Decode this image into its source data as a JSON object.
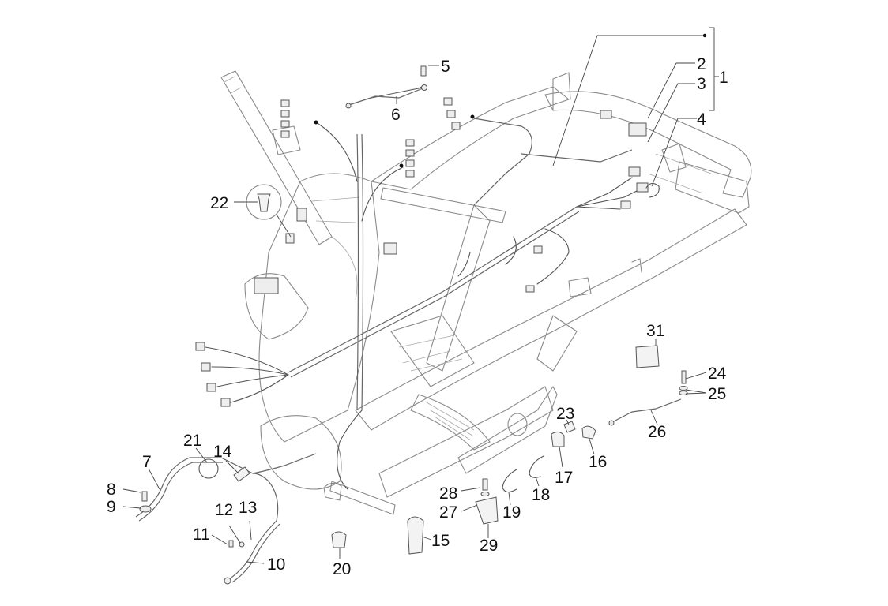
{
  "diagram": {
    "type": "exploded parts diagram",
    "subject": "scooter frame with main electrical wiring harness",
    "callouts": [
      {
        "id": "1",
        "label": "1"
      },
      {
        "id": "2",
        "label": "2"
      },
      {
        "id": "3",
        "label": "3"
      },
      {
        "id": "4",
        "label": "4"
      },
      {
        "id": "5",
        "label": "5"
      },
      {
        "id": "6",
        "label": "6"
      },
      {
        "id": "7",
        "label": "7"
      },
      {
        "id": "8",
        "label": "8"
      },
      {
        "id": "9",
        "label": "9"
      },
      {
        "id": "10",
        "label": "10"
      },
      {
        "id": "11",
        "label": "11"
      },
      {
        "id": "12",
        "label": "12"
      },
      {
        "id": "13",
        "label": "13"
      },
      {
        "id": "14",
        "label": "14"
      },
      {
        "id": "15",
        "label": "15"
      },
      {
        "id": "16",
        "label": "16"
      },
      {
        "id": "17",
        "label": "17"
      },
      {
        "id": "18",
        "label": "18"
      },
      {
        "id": "19",
        "label": "19"
      },
      {
        "id": "20",
        "label": "20"
      },
      {
        "id": "21",
        "label": "21"
      },
      {
        "id": "22",
        "label": "22"
      },
      {
        "id": "23",
        "label": "23"
      },
      {
        "id": "24",
        "label": "24"
      },
      {
        "id": "25",
        "label": "25"
      },
      {
        "id": "26",
        "label": "26"
      },
      {
        "id": "27",
        "label": "27"
      },
      {
        "id": "28",
        "label": "28"
      },
      {
        "id": "29",
        "label": "29"
      },
      {
        "id": "31",
        "label": "31"
      }
    ],
    "group_bracket": {
      "parent": "1",
      "children": [
        "2",
        "3",
        "4"
      ]
    }
  }
}
